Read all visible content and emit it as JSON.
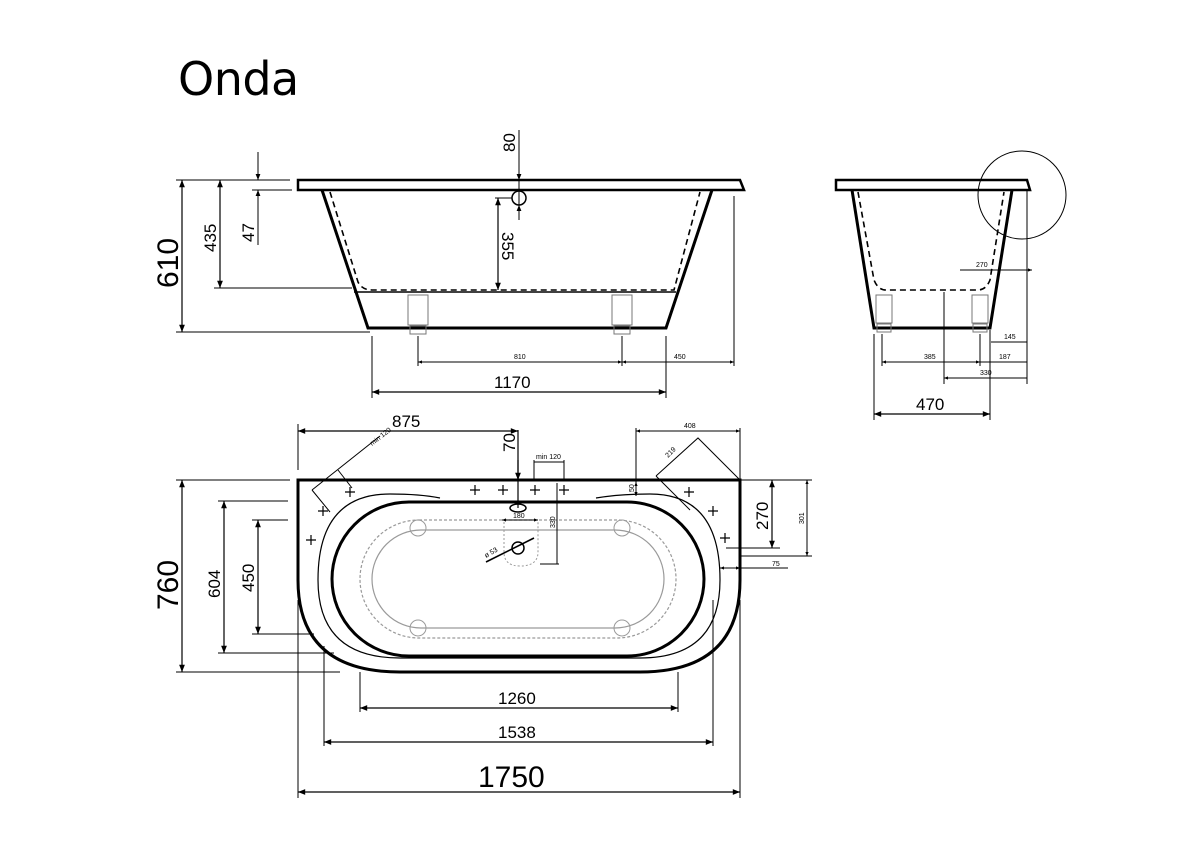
{
  "title": "Onda",
  "colors": {
    "line": "#000000",
    "hidden_line": "#9a9a9a",
    "background": "#ffffff"
  },
  "views": {
    "front_elevation": {
      "dims": {
        "total_height": "610",
        "inner_depth_to_floor": "435",
        "rim_thickness": "47",
        "overflow_offset": "80",
        "overflow_to_floor": "355",
        "base_length": "1170",
        "feet_spacing": "810",
        "foot_to_end": "450"
      }
    },
    "side_elevation": {
      "dims": {
        "base_width": "470",
        "drain_offset_top": "270",
        "foot_inset": "145",
        "feet_spacing": "385",
        "foot_to_wall": "187",
        "drain_to_wall": "330"
      }
    },
    "plan_view": {
      "dims": {
        "overall_length": "1750",
        "overall_width": "760",
        "inner_length": "1538",
        "floor_length": "1260",
        "inner_width": "604",
        "floor_width": "450",
        "overflow_from_left": "875",
        "overflow_from_back": "70",
        "tap_min_spacing": "min 120",
        "corner_min_spacing": "min 120",
        "corner_width": "408",
        "corner_diagonal": "219",
        "rim_offset": "50",
        "corner_depth": "270",
        "corner_depth_outer": "301",
        "side_offset": "75",
        "drain_width": "180",
        "drain_offset": "330",
        "drain_diameter": "ø 53"
      }
    }
  }
}
